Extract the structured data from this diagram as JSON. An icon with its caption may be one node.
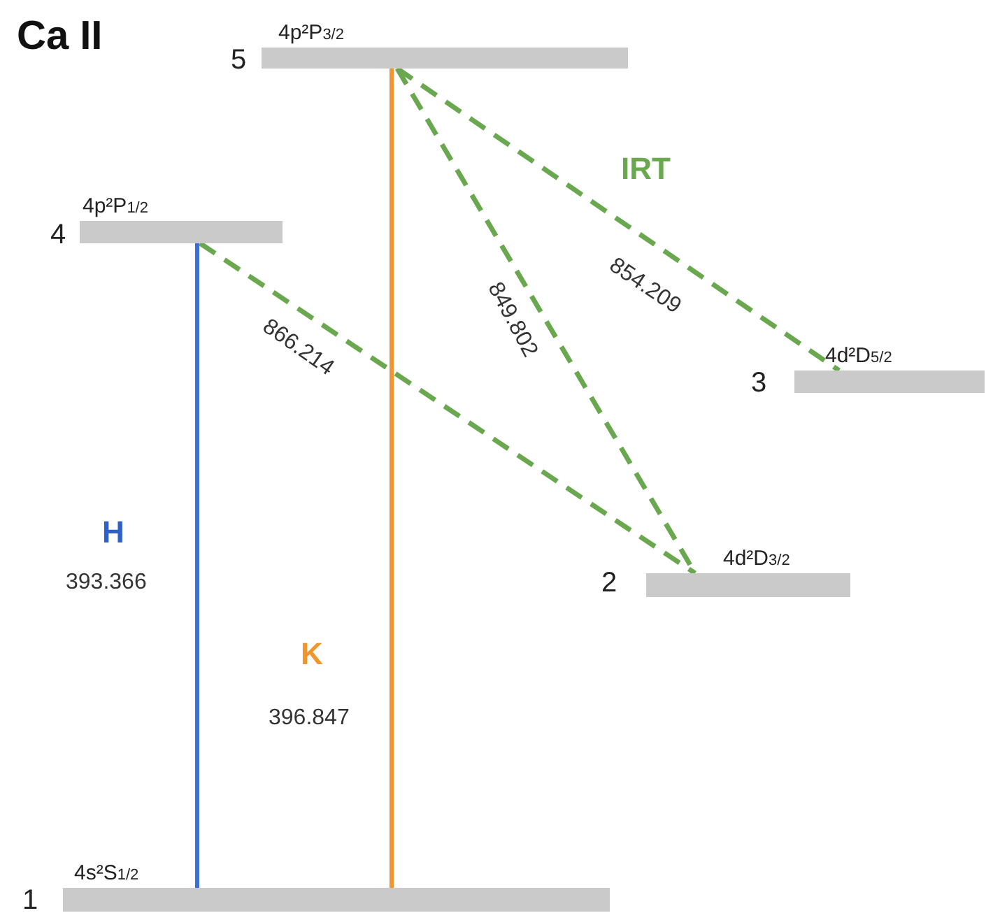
{
  "diagram": {
    "title": "Ca II",
    "nodes": [
      {
        "text": [
          "4p²P$_{3/2}$"
        ],
        "beside": [
          "5"
        ]
      },
      {
        "text": [
          "4p²P$_{1/2}$"
        ],
        "beside": [
          "4"
        ]
      },
      {
        "text": [
          "4d²D$_{5/2}$"
        ],
        "beside": [
          "3"
        ]
      },
      {
        "text": [
          "4d²D$_{3/2}$"
        ],
        "beside": [
          "2"
        ]
      },
      {
        "text": [
          "4s²S$_{1/2}$"
        ],
        "beside": [
          "1"
        ]
      }
    ],
    "edges": [
      {
        "from": 1,
        "to": 4,
        "arrow": "none",
        "label": "393.366",
        "color": "#3b6fd6"
      },
      {
        "from": 0,
        "to": 4,
        "arrow": "none",
        "label": "396.847",
        "color": "#f0962e"
      },
      {
        "from": 1,
        "to": 3,
        "arrow": "none",
        "label": "866.214",
        "style": "dashed"
      },
      {
        "from": 0,
        "to": 3,
        "arrow": "none",
        "label": "849.802",
        "style": "dashed"
      },
      {
        "from": 0,
        "to": 2,
        "arrow": "none",
        "label": "854.209",
        "style": "dashed"
      }
    ],
    "labels": [
      "H",
      "K",
      "IRT"
    ]
  }
}
